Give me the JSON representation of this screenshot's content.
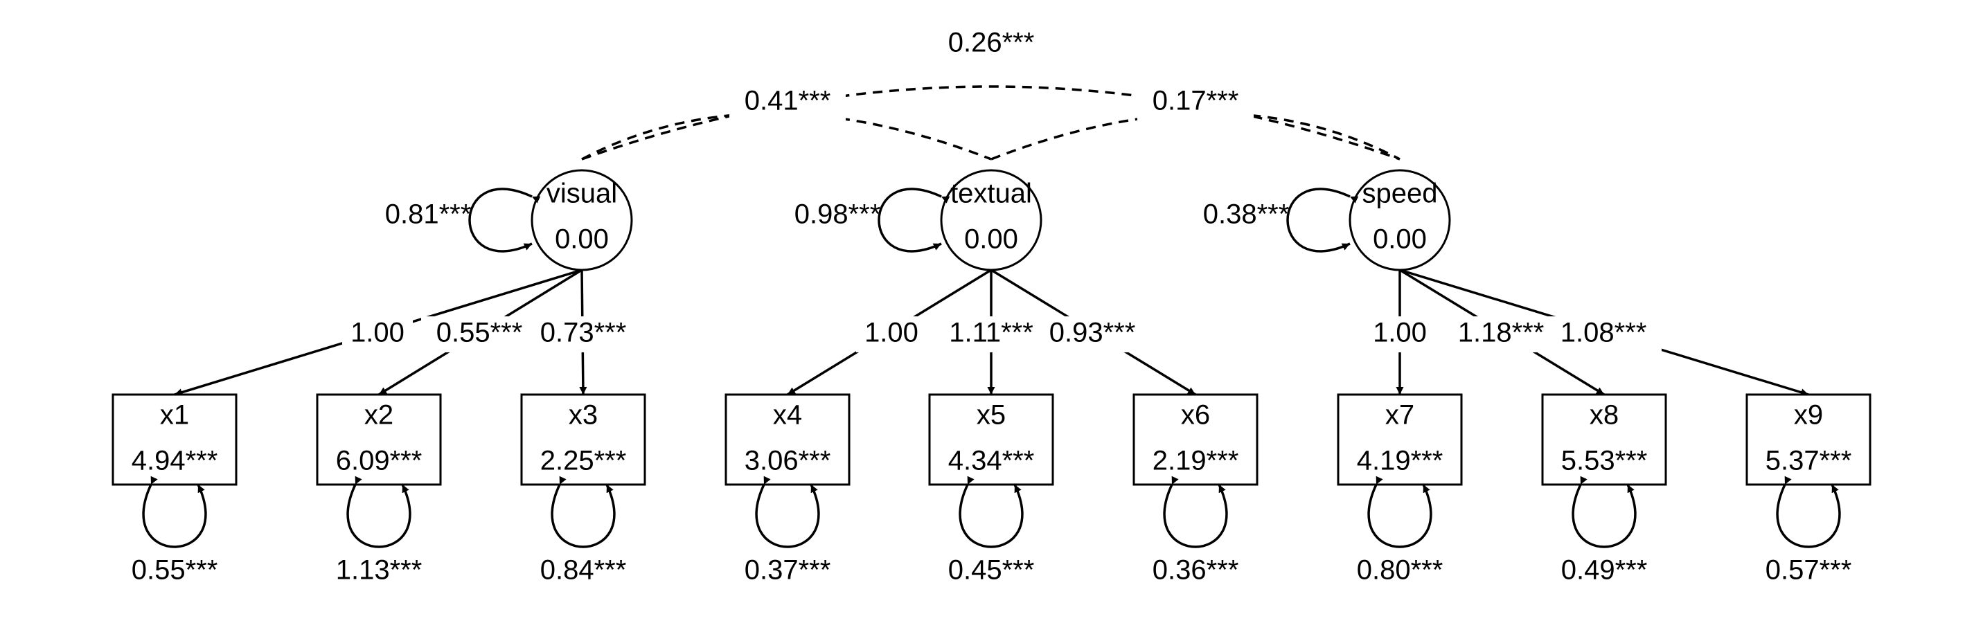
{
  "latents": [
    {
      "id": "visual",
      "name": "visual",
      "mean": "0.00",
      "variance": "0.81***"
    },
    {
      "id": "textual",
      "name": "textual",
      "mean": "0.00",
      "variance": "0.98***"
    },
    {
      "id": "speed",
      "name": "speed",
      "mean": "0.00",
      "variance": "0.38***"
    }
  ],
  "indicators": [
    {
      "id": "x1",
      "name": "x1",
      "intercept": "4.94***",
      "residual": "0.55***"
    },
    {
      "id": "x2",
      "name": "x2",
      "intercept": "6.09***",
      "residual": "1.13***"
    },
    {
      "id": "x3",
      "name": "x3",
      "intercept": "2.25***",
      "residual": "0.84***"
    },
    {
      "id": "x4",
      "name": "x4",
      "intercept": "3.06***",
      "residual": "0.37***"
    },
    {
      "id": "x5",
      "name": "x5",
      "intercept": "4.34***",
      "residual": "0.45***"
    },
    {
      "id": "x6",
      "name": "x6",
      "intercept": "2.19***",
      "residual": "0.36***"
    },
    {
      "id": "x7",
      "name": "x7",
      "intercept": "4.19***",
      "residual": "0.80***"
    },
    {
      "id": "x8",
      "name": "x8",
      "intercept": "5.53***",
      "residual": "0.49***"
    },
    {
      "id": "x9",
      "name": "x9",
      "intercept": "5.37***",
      "residual": "0.57***"
    }
  ],
  "loadings": [
    {
      "from": "visual",
      "to": "x1",
      "label": "1.00"
    },
    {
      "from": "visual",
      "to": "x2",
      "label": "0.55***"
    },
    {
      "from": "visual",
      "to": "x3",
      "label": "0.73***"
    },
    {
      "from": "textual",
      "to": "x4",
      "label": "1.00"
    },
    {
      "from": "textual",
      "to": "x5",
      "label": "1.11***"
    },
    {
      "from": "textual",
      "to": "x6",
      "label": "0.93***"
    },
    {
      "from": "speed",
      "to": "x7",
      "label": "1.00"
    },
    {
      "from": "speed",
      "to": "x8",
      "label": "1.18***"
    },
    {
      "from": "speed",
      "to": "x9",
      "label": "1.08***"
    }
  ],
  "covariances": [
    {
      "from": "visual",
      "to": "speed",
      "label": "0.26***"
    },
    {
      "from": "visual",
      "to": "textual",
      "label": "0.41***"
    },
    {
      "from": "textual",
      "to": "speed",
      "label": "0.17***"
    }
  ]
}
